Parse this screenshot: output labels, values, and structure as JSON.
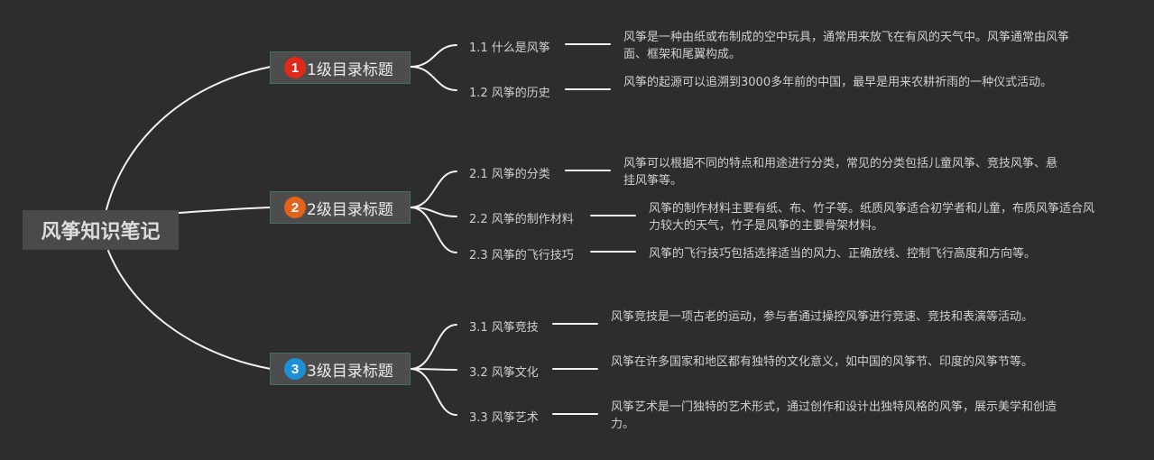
{
  "root": {
    "title": "风筝知识笔记"
  },
  "branches": [
    {
      "number": "1",
      "number_color": "#e0281b",
      "label": "1级目录标题",
      "items": [
        {
          "title": "1.1 什么是风筝",
          "text": "风筝是一种由纸或布制成的空中玩具，通常用来放飞在有风的天气中。风筝通常由风筝面、框架和尾翼构成。"
        },
        {
          "title": "1.2 风筝的历史",
          "text": "风筝的起源可以追溯到3000多年前的中国，最早是用来农耕祈雨的一种仪式活动。"
        }
      ]
    },
    {
      "number": "2",
      "number_color": "#e2631a",
      "label": "2级目录标题",
      "items": [
        {
          "title": "2.1 风筝的分类",
          "text": "风筝可以根据不同的特点和用途进行分类，常见的分类包括儿童风筝、竞技风筝、悬挂风筝等。"
        },
        {
          "title": "2.2 风筝的制作材料",
          "text": "风筝的制作材料主要有纸、布、竹子等。纸质风筝适合初学者和儿童，布质风筝适合风力较大的天气，竹子是风筝的主要骨架材料。"
        },
        {
          "title": "2.3 风筝的飞行技巧",
          "text": "风筝的飞行技巧包括选择适当的风力、正确放线、控制飞行高度和方向等。"
        }
      ]
    },
    {
      "number": "3",
      "number_color": "#1d8fd6",
      "label": "3级目录标题",
      "items": [
        {
          "title": "3.1 风筝竞技",
          "text": "风筝竞技是一项古老的运动，参与者通过操控风筝进行竞速、竞技和表演等活动。"
        },
        {
          "title": "3.2 风筝文化",
          "text": "风筝在许多国家和地区都有独特的文化意义，如中国的风筝节、印度的风筝节等。"
        },
        {
          "title": "3.3 风筝艺术",
          "text": "风筝艺术是一门独特的艺术形式，通过创作和设计出独特风格的风筝，展示美学和创造力。"
        }
      ]
    }
  ]
}
